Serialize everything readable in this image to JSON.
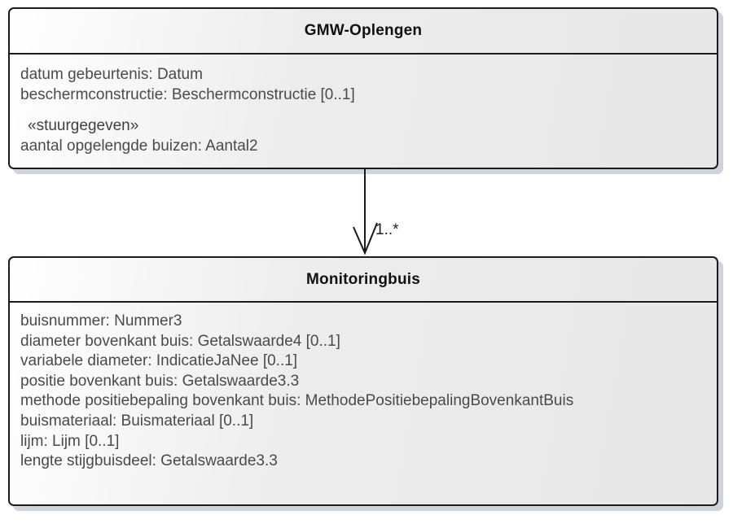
{
  "classes": [
    {
      "name": "GMW-Oplengen",
      "attributes": [
        "datum gebeurtenis: Datum",
        "beschermconstructie: Beschermconstructie [0..1]"
      ],
      "stereotype": "«stuurgegeven»",
      "stereotyped_attributes": [
        "aantal opgelengde buizen: Aantal2"
      ]
    },
    {
      "name": "Monitoringbuis",
      "attributes": [
        "buisnummer: Nummer3",
        "diameter bovenkant buis: Getalswaarde4 [0..1]",
        "variabele diameter: IndicatieJaNee [0..1]",
        "positie bovenkant buis: Getalswaarde3.3",
        "methode positiebepaling bovenkant buis: MethodePositiebepalingBovenkantBuis",
        "buismateriaal: Buismateriaal [0..1]",
        "lijm: Lijm [0..1]",
        "lengte stijgbuisdeel: Getalswaarde3.3"
      ]
    }
  ],
  "association": {
    "multiplicity": "1..*"
  },
  "colors": {
    "box_border": "#1c1c1c",
    "box_fill_start": "#ffffff",
    "box_fill_end": "#e7e7e7",
    "shadow": "#cfd3db",
    "attribute_text": "#4a4a4a",
    "title_text": "#111111"
  }
}
